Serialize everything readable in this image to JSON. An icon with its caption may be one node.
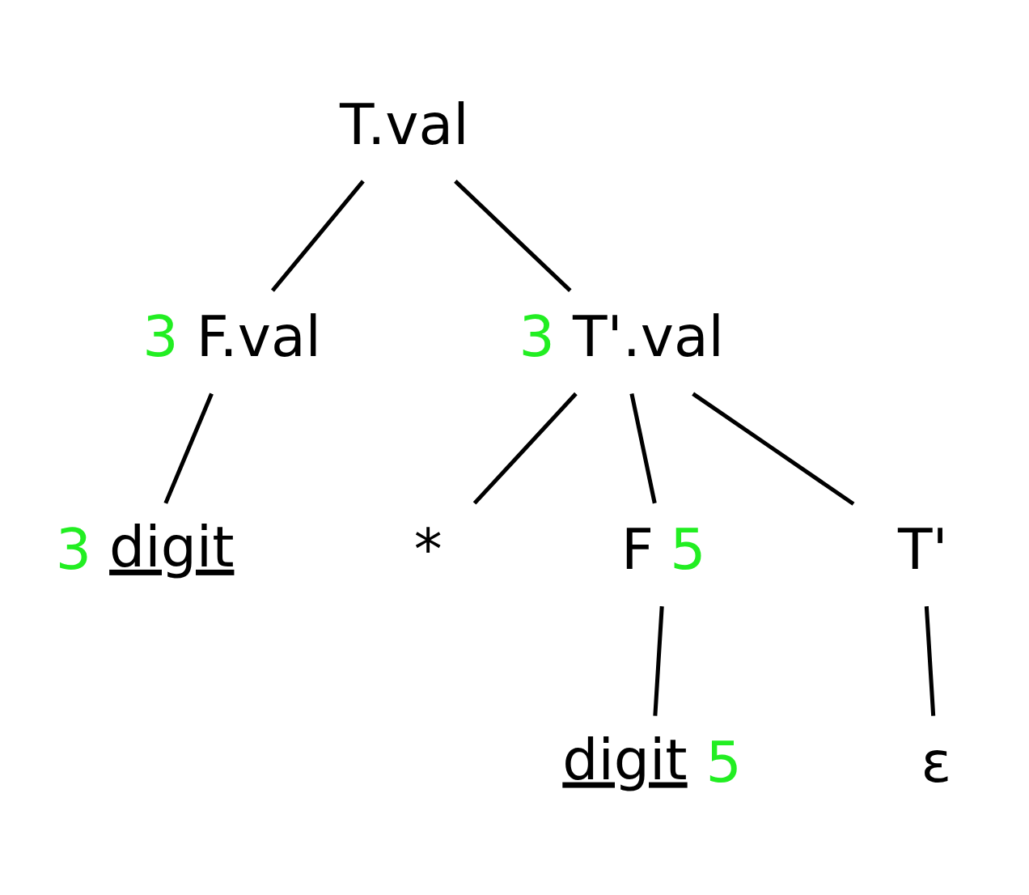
{
  "diagram": {
    "nodes": [
      {
        "text": [
          "T.val"
        ]
      },
      {
        "text": [
          "F.val"
        ],
        "beside": [
          "3"
        ]
      },
      {
        "text": [
          "T'.val"
        ],
        "beside": [
          "3"
        ]
      },
      {
        "text": [
          "digit"
        ],
        "beside": [
          "3"
        ]
      },
      {
        "text": [
          "*"
        ]
      },
      {
        "text": [
          "F"
        ],
        "beside": [
          "5"
        ]
      },
      {
        "text": [
          "T'"
        ]
      },
      {
        "text": [
          "digit"
        ],
        "beside": [
          "5"
        ]
      },
      {
        "text": [
          "ε"
        ]
      }
    ],
    "edges": [
      {
        "from": 0,
        "to": 1,
        "arrow": "none"
      },
      {
        "from": 0,
        "to": 2,
        "arrow": "none"
      },
      {
        "from": 1,
        "to": 3,
        "arrow": "none"
      },
      {
        "from": 2,
        "to": 4,
        "arrow": "none"
      },
      {
        "from": 2,
        "to": 5,
        "arrow": "none"
      },
      {
        "from": 2,
        "to": 6,
        "arrow": "none"
      },
      {
        "from": 5,
        "to": 7,
        "arrow": "none"
      },
      {
        "from": 6,
        "to": 8,
        "arrow": "none"
      }
    ]
  }
}
